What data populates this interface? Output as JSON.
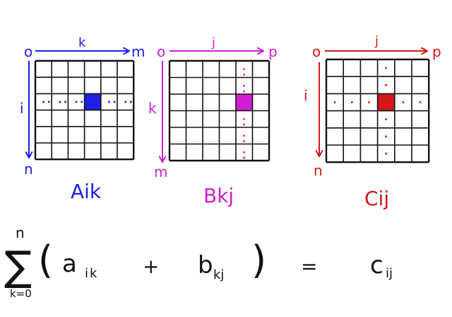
{
  "colors": {
    "a": "#1e1ee6",
    "b": "#d21ed2",
    "c": "#d21818",
    "ink": "#111111"
  },
  "matrices": [
    {
      "id": "A",
      "color_key": "a",
      "origin": "o",
      "col_axis": "k",
      "col_end": "m",
      "row_axis": "i",
      "row_end": "n",
      "caption": "Aik",
      "rows": 6,
      "cols": 6,
      "highlight": [
        2,
        3
      ],
      "dots": "row"
    },
    {
      "id": "B",
      "color_key": "b",
      "origin": "o",
      "col_axis": "j",
      "col_end": "p",
      "row_axis": "k",
      "row_end": "m",
      "caption": "Bkj",
      "rows": 6,
      "cols": 6,
      "highlight": [
        2,
        4
      ],
      "dots": "col"
    },
    {
      "id": "C",
      "color_key": "c",
      "origin": "o",
      "col_axis": "j",
      "col_end": "p",
      "row_axis": "i",
      "row_end": "n",
      "caption": "Cij",
      "rows": 6,
      "cols": 6,
      "highlight": [
        2,
        3
      ],
      "dots": "both"
    }
  ],
  "equation": {
    "sum_symbol": "∑",
    "upper": "n",
    "lower": "k=0",
    "open_paren": "(",
    "term_a": "a",
    "term_a_sub": "ik",
    "plus": "+",
    "term_b": "b",
    "term_b_sub": "kj",
    "close_paren": ")",
    "equals": "=",
    "result": "c",
    "result_sub": "ij"
  }
}
